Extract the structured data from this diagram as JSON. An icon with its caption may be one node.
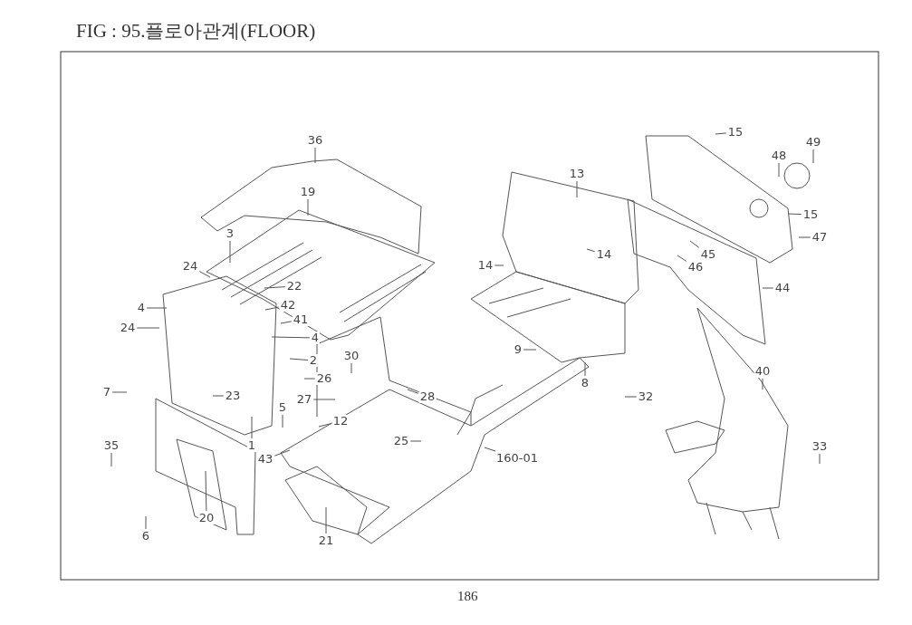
{
  "diagram": {
    "title": "FIG : 95.플로아관계(FLOOR)",
    "nodes": [
      {
        "text": [
          "36"
        ]
      },
      {
        "text": [
          "19"
        ]
      },
      {
        "text": [
          "3"
        ]
      },
      {
        "text": [
          "24"
        ]
      },
      {
        "text": [
          "22"
        ]
      },
      {
        "text": [
          "4"
        ]
      },
      {
        "text": [
          "42"
        ]
      },
      {
        "text": [
          "24"
        ]
      },
      {
        "text": [
          "41"
        ]
      },
      {
        "text": [
          "4"
        ]
      },
      {
        "text": [
          "2"
        ]
      },
      {
        "text": [
          "26"
        ]
      },
      {
        "text": [
          "7"
        ]
      },
      {
        "text": [
          "23"
        ]
      },
      {
        "text": [
          "5"
        ]
      },
      {
        "text": [
          "27"
        ]
      },
      {
        "text": [
          "12"
        ]
      },
      {
        "text": [
          "30"
        ]
      },
      {
        "text": [
          "28"
        ]
      },
      {
        "text": [
          "1"
        ]
      },
      {
        "text": [
          "35"
        ]
      },
      {
        "text": [
          "43"
        ]
      },
      {
        "text": [
          "25"
        ]
      },
      {
        "text": [
          "160-01"
        ]
      },
      {
        "text": [
          "20"
        ]
      },
      {
        "text": [
          "6"
        ]
      },
      {
        "text": [
          "21"
        ]
      },
      {
        "text": [
          "13"
        ]
      },
      {
        "text": [
          "14"
        ]
      },
      {
        "text": [
          "14"
        ]
      },
      {
        "text": [
          "9"
        ]
      },
      {
        "text": [
          "8"
        ]
      },
      {
        "text": [
          "32"
        ]
      },
      {
        "text": [
          "15"
        ]
      },
      {
        "text": [
          "48"
        ]
      },
      {
        "text": [
          "49"
        ]
      },
      {
        "text": [
          "15"
        ]
      },
      {
        "text": [
          "47"
        ]
      },
      {
        "text": [
          "45"
        ]
      },
      {
        "text": [
          "46"
        ]
      },
      {
        "text": [
          "44"
        ]
      },
      {
        "text": [
          "40"
        ]
      },
      {
        "text": [
          "33"
        ]
      }
    ],
    "edges": [
      {
        "from": 0,
        "to": null,
        "arrow": "none"
      },
      {
        "from": 1,
        "to": null,
        "arrow": "none"
      },
      {
        "from": 2,
        "to": null,
        "arrow": "none"
      },
      {
        "from": 3,
        "to": null,
        "arrow": "none"
      },
      {
        "from": 4,
        "to": null,
        "arrow": "none"
      },
      {
        "from": 5,
        "to": null,
        "arrow": "none"
      },
      {
        "from": 6,
        "to": null,
        "arrow": "none"
      },
      {
        "from": 7,
        "to": null,
        "arrow": "none"
      },
      {
        "from": 8,
        "to": null,
        "arrow": "none"
      },
      {
        "from": 9,
        "to": null,
        "arrow": "none"
      },
      {
        "from": 10,
        "to": null,
        "arrow": "none"
      },
      {
        "from": 11,
        "to": null,
        "arrow": "none"
      },
      {
        "from": 12,
        "to": null,
        "arrow": "none"
      },
      {
        "from": 13,
        "to": null,
        "arrow": "none"
      },
      {
        "from": 14,
        "to": null,
        "arrow": "none"
      },
      {
        "from": 15,
        "to": null,
        "arrow": "none"
      },
      {
        "from": 16,
        "to": null,
        "arrow": "none"
      },
      {
        "from": 17,
        "to": null,
        "arrow": "none"
      },
      {
        "from": 18,
        "to": null,
        "arrow": "none"
      },
      {
        "from": 19,
        "to": null,
        "arrow": "none"
      },
      {
        "from": 20,
        "to": null,
        "arrow": "none"
      },
      {
        "from": 21,
        "to": null,
        "arrow": "none"
      },
      {
        "from": 22,
        "to": null,
        "arrow": "none"
      },
      {
        "from": 23,
        "to": null,
        "arrow": "none"
      },
      {
        "from": 24,
        "to": null,
        "arrow": "none"
      },
      {
        "from": 25,
        "to": null,
        "arrow": "none"
      },
      {
        "from": 26,
        "to": null,
        "arrow": "none"
      },
      {
        "from": 27,
        "to": null,
        "arrow": "none"
      },
      {
        "from": 28,
        "to": null,
        "arrow": "none"
      },
      {
        "from": 29,
        "to": null,
        "arrow": "none"
      },
      {
        "from": 30,
        "to": null,
        "arrow": "none"
      },
      {
        "from": 31,
        "to": null,
        "arrow": "none"
      },
      {
        "from": 32,
        "to": null,
        "arrow": "none"
      },
      {
        "from": 33,
        "to": null,
        "arrow": "none"
      },
      {
        "from": 34,
        "to": null,
        "arrow": "none"
      },
      {
        "from": 35,
        "to": null,
        "arrow": "none"
      },
      {
        "from": 36,
        "to": null,
        "arrow": "none"
      },
      {
        "from": 37,
        "to": null,
        "arrow": "none"
      },
      {
        "from": 38,
        "to": null,
        "arrow": "none"
      },
      {
        "from": 39,
        "to": null,
        "arrow": "none"
      },
      {
        "from": 40,
        "to": null,
        "arrow": "none"
      },
      {
        "from": 41,
        "to": null,
        "arrow": "none"
      },
      {
        "from": 42,
        "to": null,
        "arrow": "none"
      }
    ],
    "labels": [
      "186"
    ]
  }
}
